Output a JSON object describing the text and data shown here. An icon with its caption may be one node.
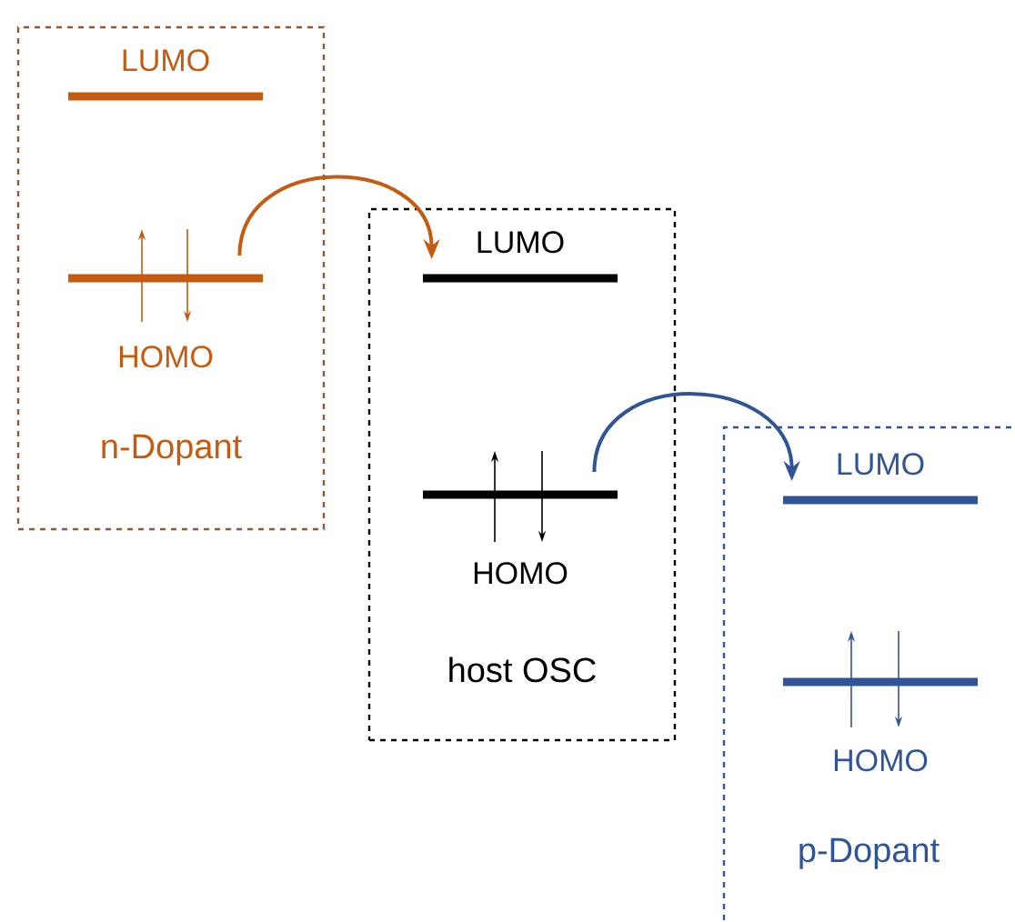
{
  "diagram": {
    "nodes": [
      {
        "text": [
          "n-Dopant"
        ]
      },
      {
        "text": [],
        "shape": "bar",
        "in": 0,
        "beside": [
          "LUMO"
        ]
      },
      {
        "text": [],
        "shape": "bar",
        "in": 0,
        "beside": [
          "HOMO"
        ]
      },
      {
        "text": [
          "host OSC"
        ]
      },
      {
        "text": [],
        "shape": "bar",
        "in": 3,
        "beside": [
          "LUMO"
        ]
      },
      {
        "text": [],
        "shape": "bar",
        "in": 3,
        "beside": [
          "HOMO"
        ]
      },
      {
        "text": [
          "p-Dopant"
        ]
      },
      {
        "text": [],
        "shape": "bar",
        "in": 6,
        "beside": [
          "LUMO"
        ]
      },
      {
        "text": [],
        "shape": "bar",
        "in": 6,
        "beside": [
          "HOMO"
        ]
      }
    ],
    "edges": [
      {
        "from": 2,
        "to": 4,
        "arrow": "to",
        "color": "#c55a11"
      },
      {
        "from": 5,
        "to": 7,
        "arrow": "to",
        "color": "#2f5597"
      }
    ]
  }
}
